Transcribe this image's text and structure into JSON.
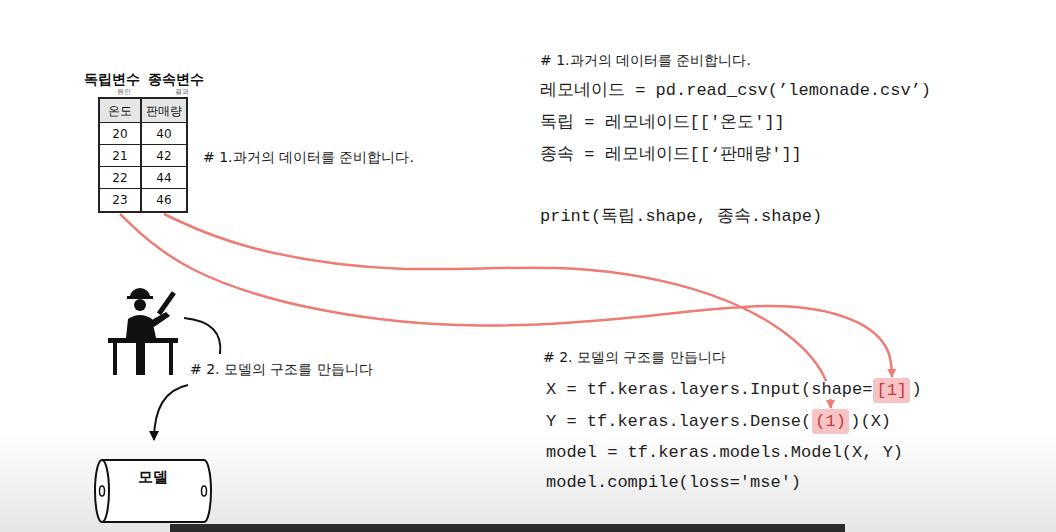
{
  "diagram": {
    "nodes": [
      {
        "text": [
          "독립변수",
          "원인"
        ]
      },
      {
        "text": [
          "온도"
        ],
        "in": 0
      },
      {
        "text": [
          "20"
        ],
        "in": 0
      },
      {
        "text": [
          "21"
        ],
        "in": 0
      },
      {
        "text": [
          "22"
        ],
        "in": 0
      },
      {
        "text": [
          "23"
        ],
        "in": 0
      },
      {
        "text": [
          "종속변수",
          "결과"
        ]
      },
      {
        "text": [
          "판매량"
        ],
        "in": 6
      },
      {
        "text": [
          "40"
        ],
        "in": 6
      },
      {
        "text": [
          "42"
        ],
        "in": 6
      },
      {
        "text": [
          "44"
        ],
        "in": 6
      },
      {
        "text": [
          "46"
        ],
        "in": 6
      },
      {
        "text": [
          "[1]"
        ]
      },
      {
        "text": [
          "(1)"
        ]
      },
      {
        "text": [
          "모델"
        ]
      }
    ],
    "edges": [
      {
        "from": 0,
        "to": 12,
        "arrow": "to"
      },
      {
        "from": 6,
        "to": 13,
        "arrow": "to"
      }
    ],
    "labels": [
      "# 1.과거의 데이터를 준비합니다.",
      "레모네이드 = pd.read_csv(’lemonade.csv’)",
      "독립 = 레모네이드[['온도']]",
      "종속 = 레모네이드[[‘판매량']]",
      "# 1.과거의 데이터를 준비합니다.",
      "print(독립.shape, 종속.shape)",
      "# 2. 모델의 구조를 만듭니다",
      "# 2. 모델의 구조를 만듭니다",
      "X = tf.keras.layers.Input(shape=",
      ")",
      "Y = tf.keras.layers.Dense(",
      ")(X)",
      "model = tf.keras.models.Model(X, Y)",
      "model.compile(loss='mse')"
    ]
  }
}
